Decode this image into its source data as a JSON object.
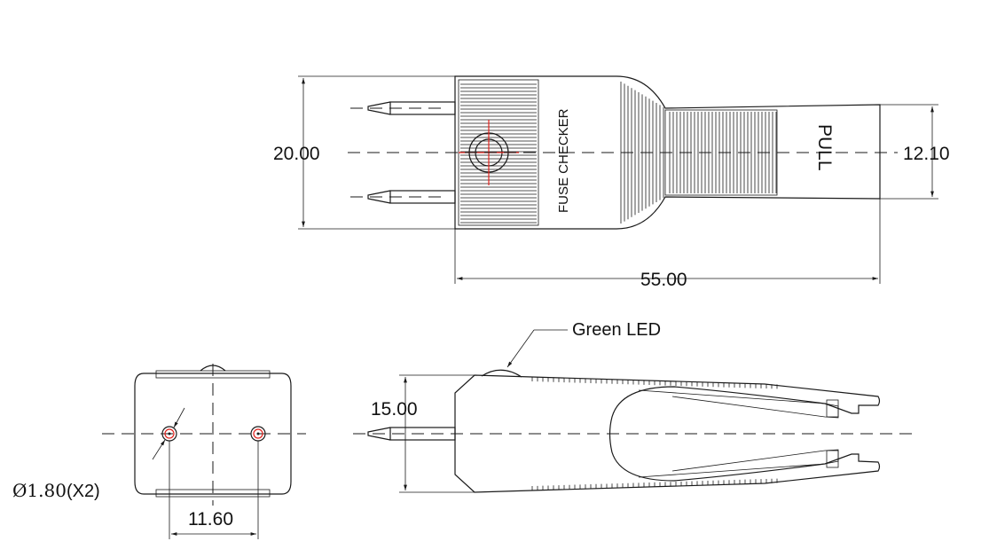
{
  "top_view": {
    "width_dim": "20.00",
    "length_dim": "55.00",
    "handle_width_dim": "12.10",
    "body_text": "FUSE CHECKER",
    "handle_text": "PULL"
  },
  "side_views": {
    "led_callout": "Green LED",
    "height_dim": "15.00",
    "pin_spacing_dim": "11.60",
    "hole_dia_prefix": "Ø1.80",
    "hole_dia_suffix": "(X2)"
  },
  "colors": {
    "line": "#1a1a1a",
    "center_mark": "#e0201b"
  }
}
